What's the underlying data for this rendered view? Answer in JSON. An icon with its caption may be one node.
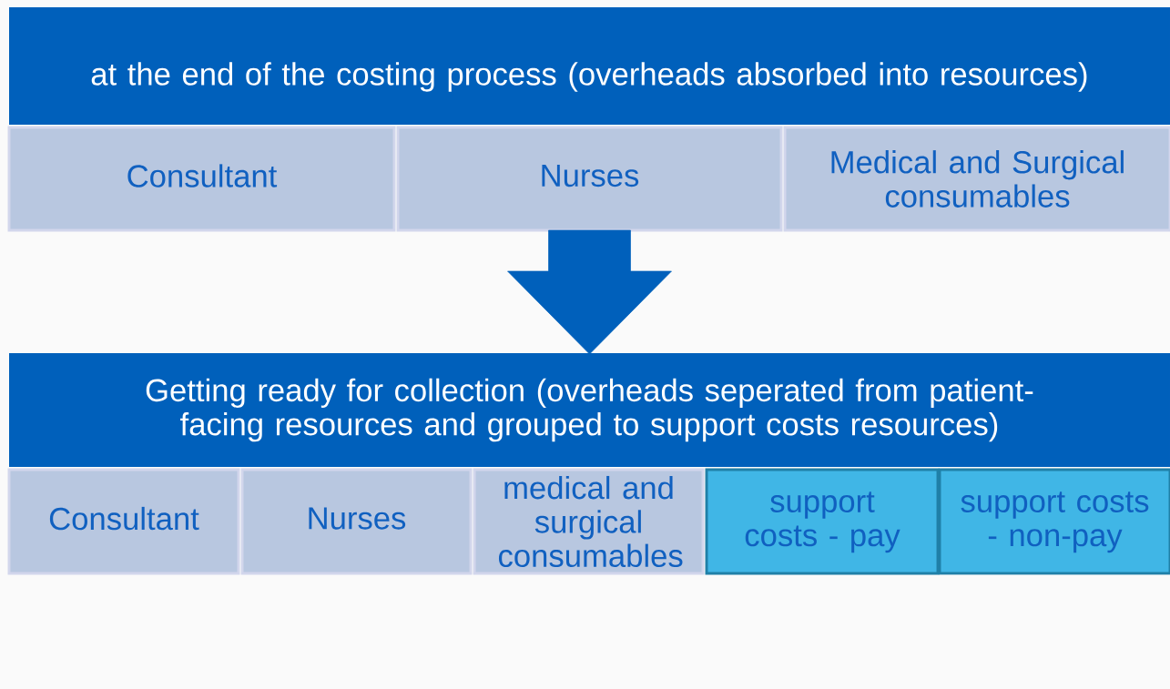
{
  "diagram": {
    "nodes": [
      {
        "text": [
          "at the end of the costing process (overheads absorbed into resources)"
        ]
      },
      {
        "text": [
          "Consultant"
        ]
      },
      {
        "text": [
          "Nurses"
        ]
      },
      {
        "text": [
          "Medical and Surgical consumables"
        ]
      },
      {
        "text": [
          "Getting ready for collection (overheads seperated from patient-facing resources and grouped to support costs resources)"
        ]
      },
      {
        "text": [
          "Consultant"
        ]
      },
      {
        "text": [
          "Nurses"
        ]
      },
      {
        "text": [
          "medical and surgical consumables"
        ]
      },
      {
        "text": [
          "support costs - pay"
        ]
      },
      {
        "text": [
          "support costs - non-pay"
        ]
      }
    ],
    "edges": [
      {
        "from": 2,
        "to": 4,
        "arrow": "to"
      }
    ]
  }
}
